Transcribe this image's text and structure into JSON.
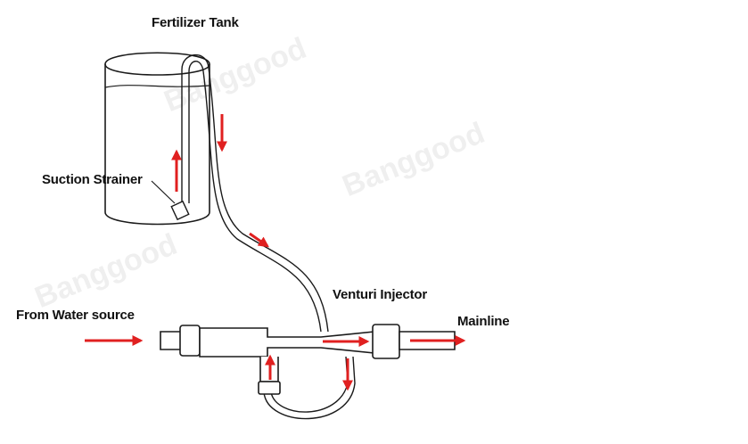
{
  "labels": {
    "fertilizer_tank": "Fertilizer Tank",
    "suction_strainer": "Suction Strainer",
    "venturi_injector": "Venturi Injector",
    "from_water_source": "From Water source",
    "mainline": "Mainline"
  },
  "watermark": "Banggood",
  "colors": {
    "line": "#1a1a1a",
    "arrow": "#e02020",
    "background": "#ffffff"
  }
}
